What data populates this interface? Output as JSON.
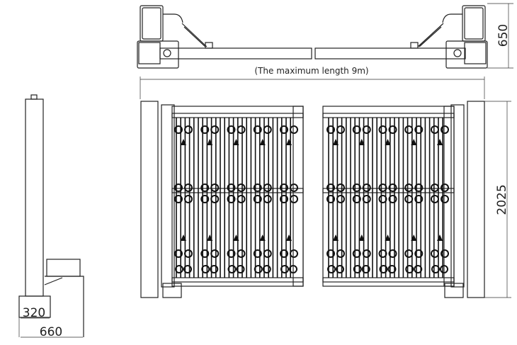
{
  "top_view": {
    "caption": "(The maximum length 9m)",
    "depth_dim": "650"
  },
  "front_view": {
    "height_dim": "2025"
  },
  "side_view": {
    "base_dim": "320",
    "total_dim": "660"
  }
}
